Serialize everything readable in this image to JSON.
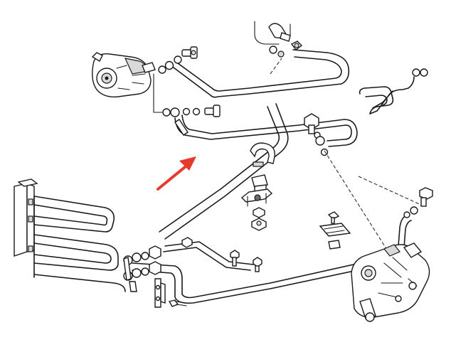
{
  "diagram": {
    "background": "#ffffff",
    "line_color": "#1a1a1a",
    "arrow_color": "#e53b2c",
    "parts": [
      {
        "name": "power-steering-pump"
      },
      {
        "name": "fluid-reservoir"
      },
      {
        "name": "high-pressure-hose"
      },
      {
        "name": "return-hose"
      },
      {
        "name": "oil-cooler"
      },
      {
        "name": "steering-gear-box"
      },
      {
        "name": "hose-clamp"
      },
      {
        "name": "mounting-bracket"
      },
      {
        "name": "banjo-bolt"
      },
      {
        "name": "sealing-washer"
      },
      {
        "name": "nut"
      },
      {
        "name": "screw"
      },
      {
        "name": "retaining-clip"
      },
      {
        "name": "retaining-plate"
      }
    ],
    "highlight_arrow": {
      "icon": "red-arrow-icon",
      "points_to": "high-pressure-hose"
    }
  }
}
